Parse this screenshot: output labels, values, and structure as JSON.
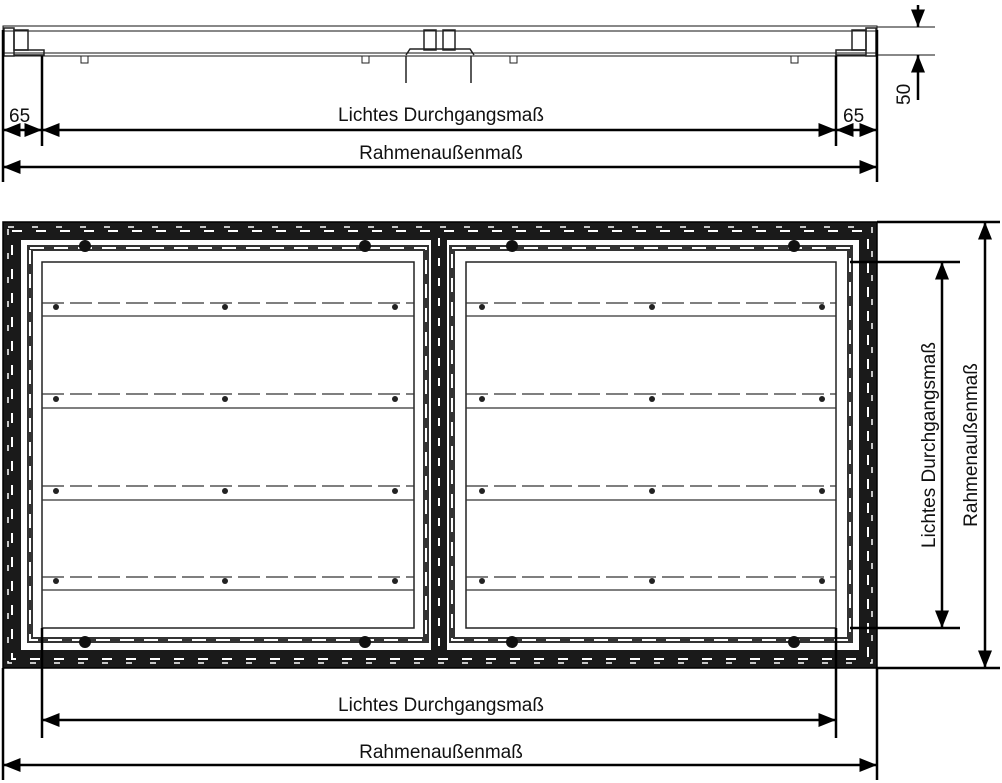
{
  "drawing": {
    "section_view": {
      "dim_height": "50",
      "dim_left_offset": "65",
      "dim_right_offset": "65",
      "dim_clear_width": "Lichtes Durchgangsmaß",
      "dim_frame_width": "Rahmenaußenmaß"
    },
    "plan_view": {
      "dim_clear_width": "Lichtes Durchgangsmaß",
      "dim_frame_width": "Rahmenaußenmaß",
      "dim_clear_height": "Lichtes Durchgangsmaß",
      "dim_frame_height": "Rahmenaußenmaß"
    },
    "colors": {
      "line": "#000000",
      "background": "#ffffff"
    }
  }
}
